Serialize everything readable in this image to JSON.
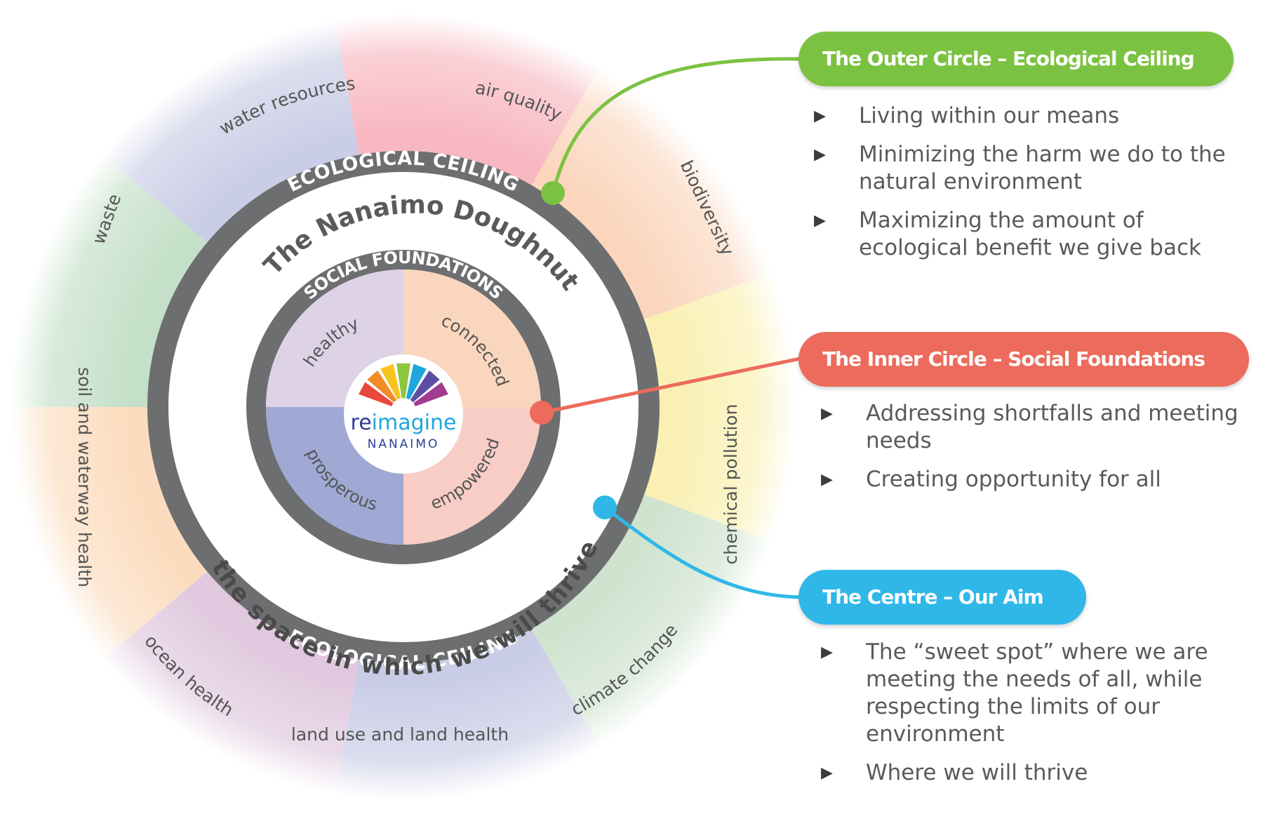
{
  "center_logo": {
    "line1_re": "re",
    "line1_imagine": "imagine",
    "line2": "NANAIMO"
  },
  "ring_labels": {
    "ecological_ceiling_top": "ECOLOGICAL CEILING",
    "ecological_ceiling_bottom": "ECOLOGICAL CEILING",
    "title": "The Nanaimo Doughnut",
    "subtitle": "the space in which we will thrive",
    "social_foundations_top": "SOCIAL FOUNDATIONS",
    "social_foundations_bottom": "SOCIAL FOUNDATIONS"
  },
  "ecological_segments": [
    {
      "label": "air quality",
      "color": "#f8b8c1"
    },
    {
      "label": "biodiversity",
      "color": "#fbd6bd"
    },
    {
      "label": "chemical pollution",
      "color": "#faf0b3"
    },
    {
      "label": "climate change",
      "color": "#cfe3cf"
    },
    {
      "label": "land use and land health",
      "color": "#c9cce6"
    },
    {
      "label": "ocean health",
      "color": "#e0c8de"
    },
    {
      "label": "soil and waterway health",
      "color": "#fcdcbe"
    },
    {
      "label": "waste",
      "color": "#c4e0c8"
    },
    {
      "label": "water resources",
      "color": "#cacde6"
    }
  ],
  "social_segments": [
    {
      "label": "healthy",
      "color": "#ded2e6"
    },
    {
      "label": "connected",
      "color": "#f9d6bd"
    },
    {
      "label": "empowered",
      "color": "#f8cdc5"
    },
    {
      "label": "prosperous",
      "color": "#9fa9d4"
    }
  ],
  "callouts": [
    {
      "title": "The Outer Circle – Ecological Ceiling",
      "color": "#7cc242",
      "bullets": [
        "Living within our means",
        "Minimizing the harm we do to the natural environment",
        "Maximizing the amount of ecological benefit we give back"
      ]
    },
    {
      "title": "The Inner Circle – Social Foundations",
      "color": "#ec6b5c",
      "bullets": [
        "Addressing shortfalls and meeting needs",
        "Creating opportunity for all"
      ]
    },
    {
      "title": "The Centre – Our Aim",
      "color": "#2fb7e8",
      "bullets": [
        "The “sweet spot” where we are meeting the needs of all, while respecting the limits of our environment",
        "Where we will thrive"
      ]
    }
  ],
  "bullet_icon": "triangle-right-icon",
  "colors": {
    "ring_gray": "#6d6e70",
    "text_gray": "#5a5a5a",
    "rainbow": [
      "#e8483b",
      "#f28c28",
      "#f7c41f",
      "#8cc63f",
      "#1fa6dc",
      "#5b4fa3",
      "#a23c8e"
    ]
  }
}
